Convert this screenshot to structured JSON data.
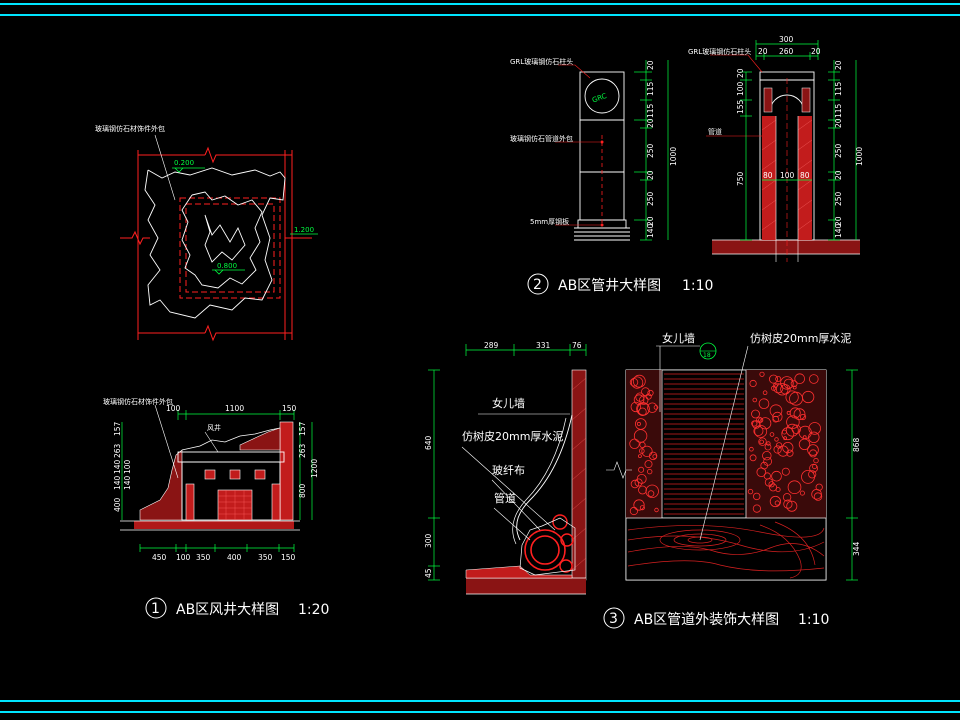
{
  "colors": {
    "background": "#000000",
    "frame": "#00e5ff",
    "line_red": "#ff2020",
    "line_white": "#ffffff",
    "line_green": "#00ff40",
    "hatch": "#d62020"
  },
  "titles": {
    "t1_num": "1",
    "t1_text": "AB区风井大样图",
    "t1_scale": "1:20",
    "t2_num": "2",
    "t2_text": "AB区管井大样图",
    "t2_scale": "1:10",
    "t3_num": "3",
    "t3_text": "AB区管道外装饰大样图",
    "t3_scale": "1:10"
  },
  "plan1": {
    "note": "玻璃钢仿石材饰件外包",
    "elev_top": "0.200",
    "elev_mid": "0.800",
    "elev_right": "1.200"
  },
  "elev1": {
    "note": "玻璃钢仿石材饰件外包",
    "label_fengjing": "风井",
    "dim_top": [
      "100",
      "1100",
      "150"
    ],
    "dim_bottom": [
      "450",
      "100",
      "350",
      "400",
      "350",
      "150"
    ],
    "dim_left": [
      "157",
      "263",
      "140",
      "100",
      "140",
      "140",
      "400"
    ],
    "dim_right": [
      "157",
      "263",
      "800",
      "1200"
    ]
  },
  "pipe_front": {
    "note_top": "GRL玻璃钢仿石柱头",
    "note_mid": "玻璃钢仿石管道外包",
    "note_bot": "5mm厚钢板",
    "circle_label": "GRC",
    "dims": [
      "20",
      "115",
      "115",
      "20",
      "250",
      "20",
      "250",
      "20",
      "140",
      "1000"
    ]
  },
  "pipe_section": {
    "note_top": "GRL玻璃钢仿石柱头",
    "note_mid": "管道",
    "dim_top": [
      "300",
      "20",
      "260",
      "20"
    ],
    "dim_left": [
      "20",
      "100",
      "155",
      "750"
    ],
    "dim_inner": [
      "80",
      "100",
      "80"
    ],
    "dims_right": [
      "20",
      "115",
      "115",
      "20",
      "250",
      "20",
      "250",
      "20",
      "140",
      "1000"
    ]
  },
  "detail3a": {
    "dim_top": [
      "289",
      "331",
      "76"
    ],
    "dim_left": [
      "640",
      "300",
      "45"
    ],
    "label_wall": "女儿墙",
    "label_bark": "仿树皮20mm厚水泥",
    "label_fiber": "玻纤布",
    "label_pipe": "管道"
  },
  "detail3b": {
    "label_wall": "女儿墙",
    "label_bark": "仿树皮20mm厚水泥",
    "circle_label": "18",
    "dim_right": [
      "868",
      "344"
    ]
  }
}
